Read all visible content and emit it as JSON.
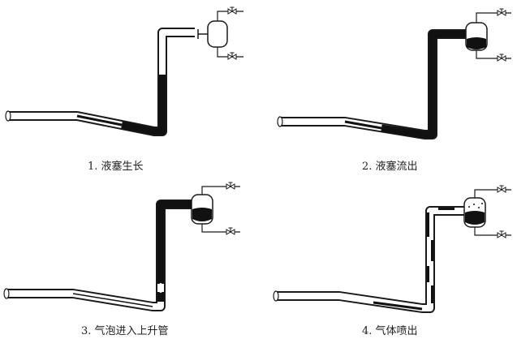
{
  "panels": [
    {
      "id": "p1",
      "caption": "1. 液塞生长",
      "stage": "slug-growth"
    },
    {
      "id": "p2",
      "caption": "2. 液塞流出",
      "stage": "slug-production"
    },
    {
      "id": "p3",
      "caption": "3. 气泡进入上升管",
      "stage": "bubble-penetration"
    },
    {
      "id": "p4",
      "caption": "4. 气体喷出",
      "stage": "gas-blowout"
    }
  ],
  "colors": {
    "pipe_wall": "#1a1a1a",
    "liquid": "#111111",
    "gas": "#ffffff"
  },
  "icons": [
    "separator-vessel",
    "valve-icon",
    "pipeline",
    "riser"
  ]
}
